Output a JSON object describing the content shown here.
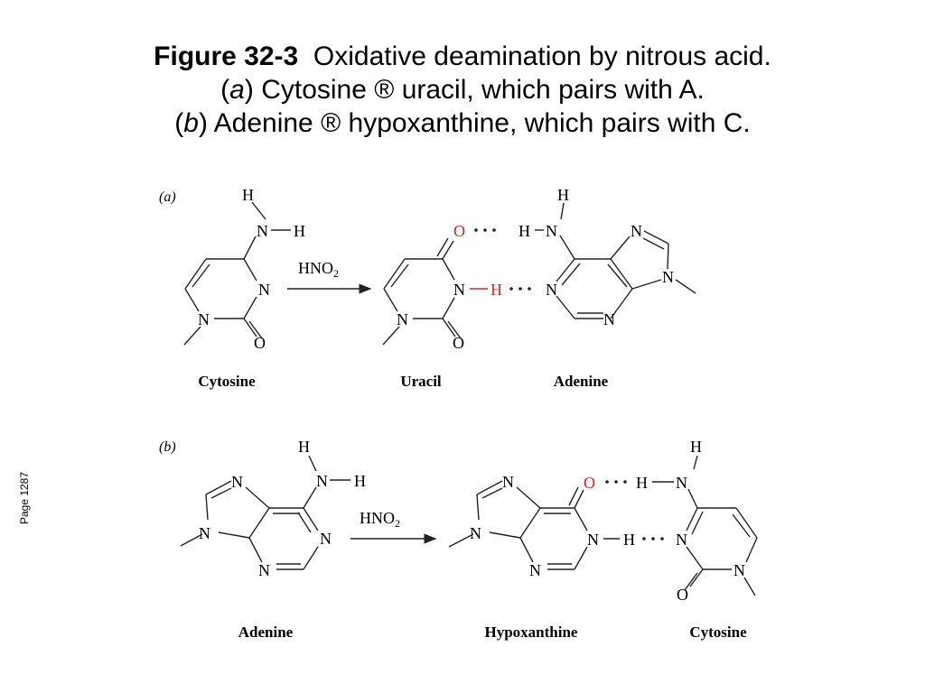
{
  "title": {
    "figure_label": "Figure 32-3",
    "line1_text": "Oxidative deamination by nitrous acid.",
    "line2_part_label": "a",
    "line2_text": " Cytosine ® uracil, which pairs with A.",
    "line3_part_label": "b",
    "line3_text": " Adenine ® hypoxanthine, which pairs with C."
  },
  "page_number": "Page 1287",
  "panel_a": {
    "label": "(a)",
    "reagent": "HNO",
    "reagent_subscript": "2",
    "captions": {
      "reactant": "Cytosine",
      "product": "Uracil",
      "partner": "Adenine"
    }
  },
  "panel_b": {
    "label": "(b)",
    "reagent": "HNO",
    "reagent_subscript": "2",
    "captions": {
      "reactant": "Adenine",
      "product": "Hypoxanthine",
      "partner": "Cytosine"
    }
  },
  "atoms": {
    "H": "H",
    "N": "N",
    "O": "O"
  },
  "colors": {
    "highlight": "#d62728",
    "ink": "#222222"
  }
}
